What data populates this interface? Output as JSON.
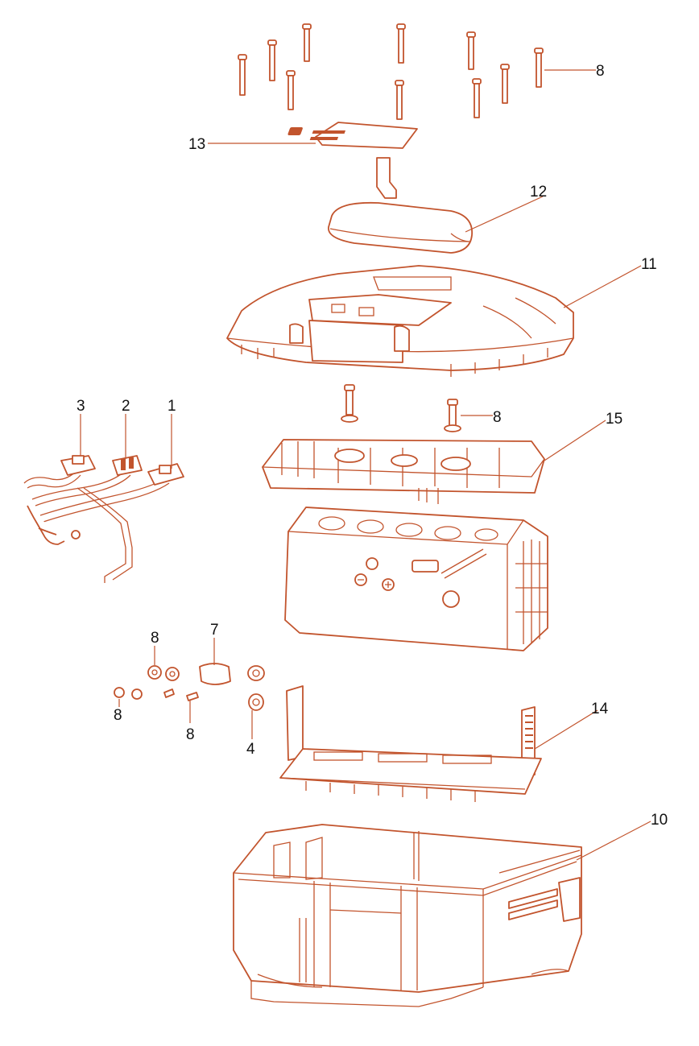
{
  "diagram": {
    "accent_color": "#c2542d",
    "labels": {
      "l1": "1",
      "l2": "2",
      "l3": "3",
      "l4": "4",
      "l7": "7",
      "l8a": "8",
      "l8b": "8",
      "l8c": "8",
      "l8d": "8",
      "l10": "10",
      "l11": "11",
      "l12": "12",
      "l13": "13",
      "l14": "14",
      "l15": "15"
    }
  }
}
